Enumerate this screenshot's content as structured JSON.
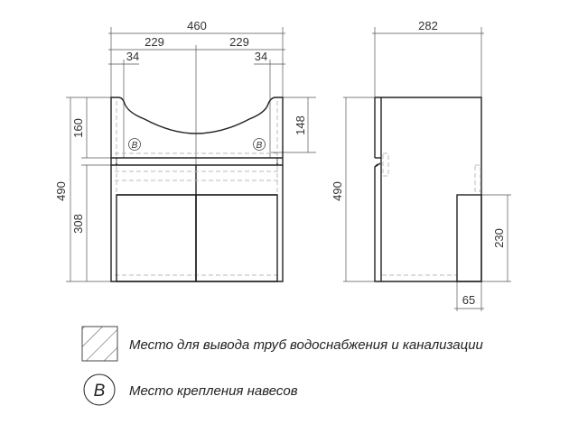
{
  "front_view": {
    "width_total": "460",
    "width_left": "229",
    "width_right": "229",
    "offset_left": "34",
    "offset_right": "34",
    "height_total": "490",
    "height_top": "160",
    "height_bottom": "308",
    "height_mount": "148",
    "mount_mark_left": "B",
    "mount_mark_right": "B"
  },
  "side_view": {
    "depth": "282",
    "height": "490",
    "pipe_zone_height": "230",
    "pipe_zone_depth": "65"
  },
  "legend": {
    "pipe_zone_label": "Место для вывода труб водоснабжения и канализации",
    "mount_symbol": "B",
    "mount_label": "Место крепления навесов"
  }
}
